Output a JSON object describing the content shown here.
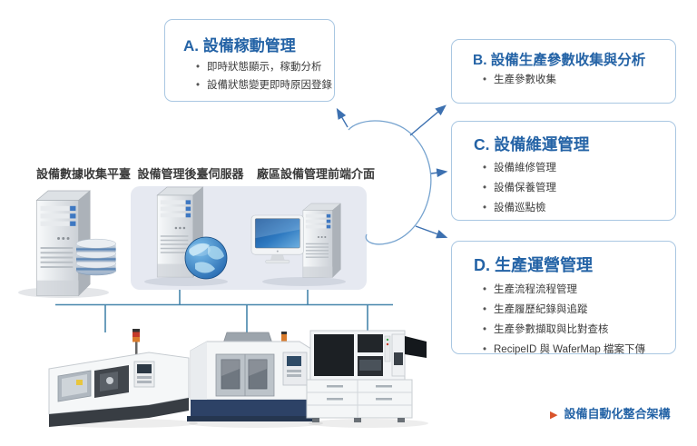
{
  "caption": {
    "marker": "▶",
    "text": "設備自動化整合架構"
  },
  "boxes": [
    {
      "title": "A. 設備稼動管理",
      "bullets": [
        "即時狀態顯示，稼動分析",
        "設備狀態變更即時原因登錄"
      ]
    },
    {
      "title": "B. 設備生產參數收集與分析",
      "bullets": [
        "生產參數收集"
      ]
    },
    {
      "title": "C. 設備維運管理",
      "bullets": [
        "設備維修管理",
        "設備保養管理",
        "設備巡點檢"
      ]
    },
    {
      "title": "D. 生產運營管理",
      "bullets": [
        "生產流程流程管理",
        "生產履歷紀錄與追蹤",
        "生產參數擷取與比對查核",
        "RecipeID 與 WaferMap 檔案下傳"
      ]
    }
  ],
  "nodes": [
    {
      "label": "設備數據收集平臺",
      "icon": "server-with-database-icon"
    },
    {
      "label": "設備管理後臺伺服器",
      "icon": "server-with-globe-icon"
    },
    {
      "label": "廠區設備管理前端介面",
      "icon": "monitor-with-server-icon"
    }
  ],
  "machines": [
    {
      "icon": "cnc-lathe-machine-image"
    },
    {
      "icon": "cnc-machining-center-image"
    },
    {
      "icon": "semiconductor-automation-equipment-image"
    }
  ],
  "colors": {
    "title_blue": "#2463A6",
    "box_border": "#A9C7E2",
    "connector_line": "#4786AC",
    "arrow_blue": "#3C70B0",
    "hub_arc": "#76A3CF",
    "caption_marker_orange": "#D9532B",
    "panel_background": "#E6E9F1"
  }
}
